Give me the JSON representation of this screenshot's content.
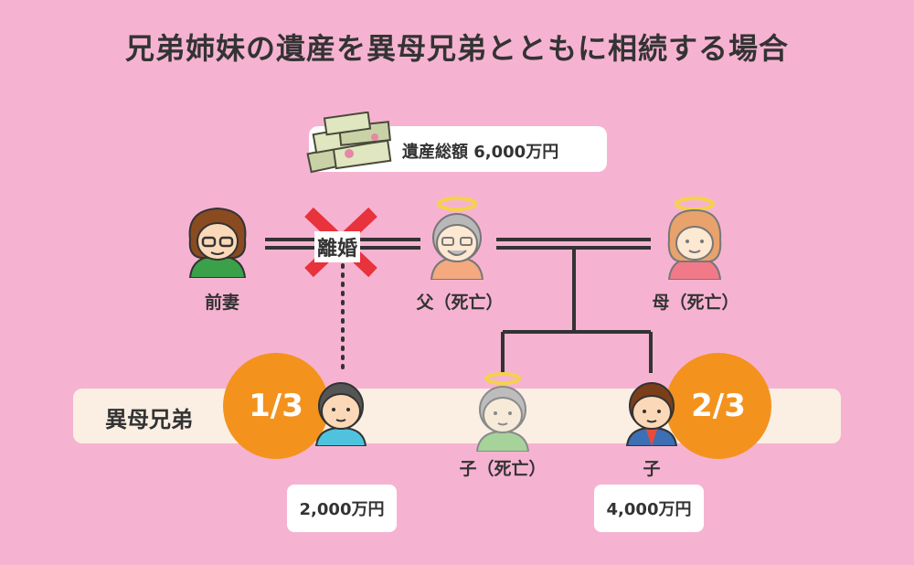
{
  "title": "兄弟姉妹の遺産を異母兄弟とともに相続する場合",
  "estate": {
    "label": "遺産総額 6,000万円"
  },
  "divorce_label": "離婚",
  "persons": {
    "ex_wife": "前妻",
    "father": "父（死亡）",
    "mother": "母（死亡）",
    "child_deceased": "子（死亡）",
    "child": "子"
  },
  "band": {
    "label": "異母兄弟"
  },
  "shares": {
    "half_sibling_fraction": "1/3",
    "full_sibling_fraction": "2/3",
    "half_sibling_amount": "2,000万円",
    "full_sibling_amount": "4,000万円"
  },
  "colors": {
    "background": "#f6b3d1",
    "band": "#fbefe3",
    "share_circle": "#f4921e",
    "divorce_cross": "#e8323c"
  }
}
